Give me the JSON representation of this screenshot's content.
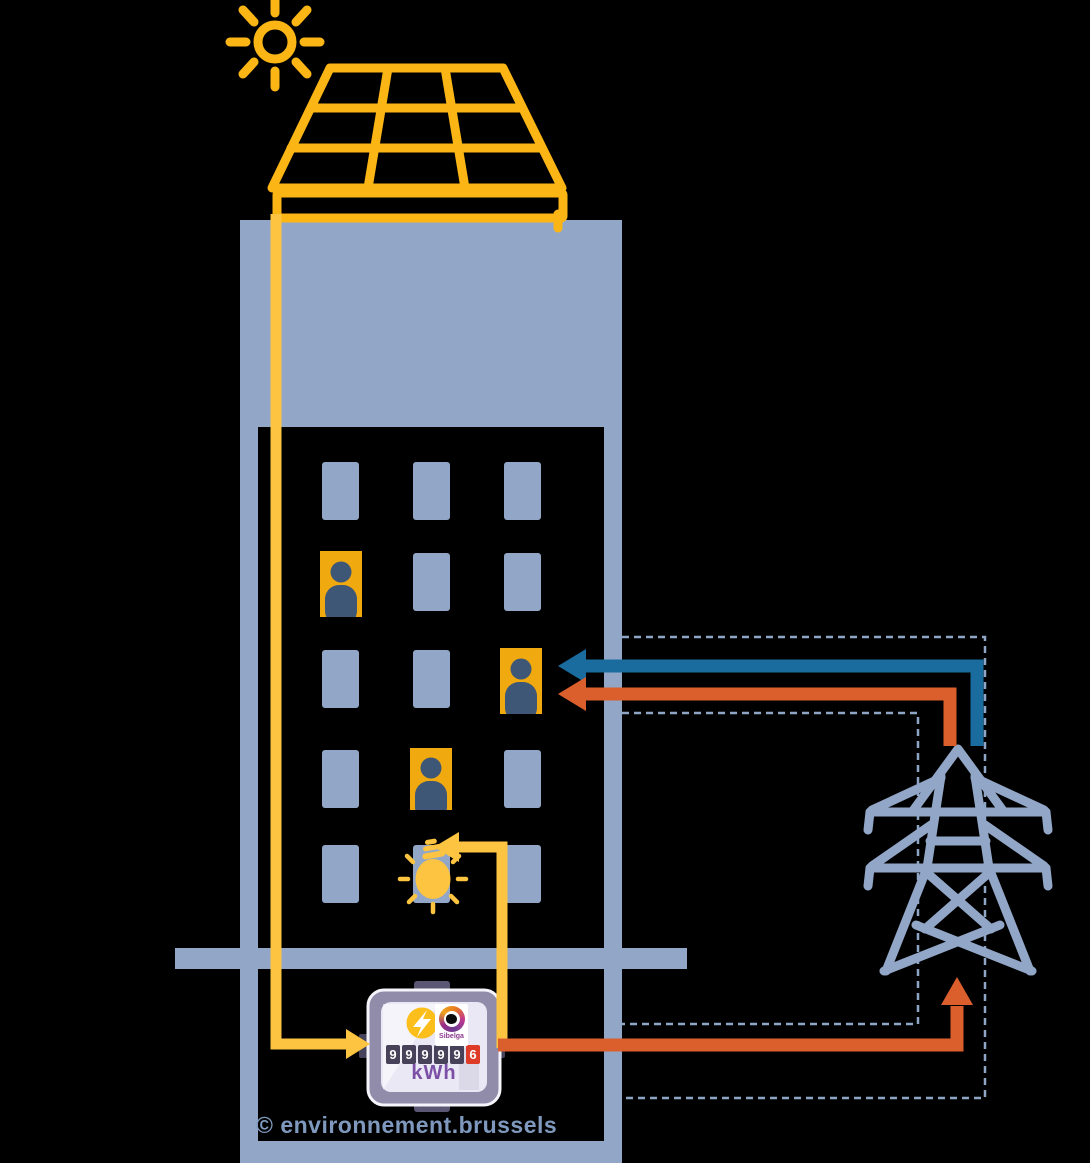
{
  "colors": {
    "background": "#000000",
    "sun_yellow": "#FBB616",
    "line_yellow": "#FCC440",
    "window_highlight_yellow": "#F0A90F",
    "building_blue": "#92A7C8",
    "person_navy": "#3E5777",
    "arrow_blue": "#1A6B9E",
    "arrow_orange": "#DB5F2D",
    "dashed_blue": "#8FA5C5",
    "meter_body_gray": "#908CA9",
    "meter_screen": "#EAE8F4",
    "digit_box_navy": "#474159",
    "digit_box_red": "#DE3C26",
    "kwh_purple": "#7B4FA6",
    "copyright_blue": "#7E99BD"
  },
  "meter": {
    "digits": [
      "9",
      "9",
      "9",
      "9",
      "9",
      "6"
    ],
    "unit_label": "kWh",
    "brand_label": "Sibelga"
  },
  "footer": {
    "copyright": "© environnement.brussels"
  },
  "icons": {
    "sun": "sun-icon",
    "solar_panel": "solar-panel-icon",
    "person": "person-icon",
    "lightbulb": "lightbulb-icon",
    "lightning_bolt": "lightning-bolt-icon",
    "pylon": "electricity-pylon-icon",
    "meter": "electricity-meter",
    "sibelga": "sibelga-logo"
  }
}
